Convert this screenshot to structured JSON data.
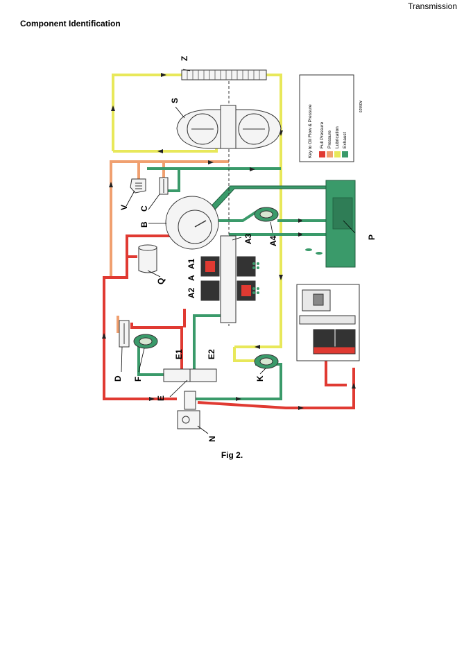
{
  "header": {
    "section": "Transmission",
    "title": "Component Identification"
  },
  "figure": {
    "caption": "Fig 2.",
    "labels": {
      "Z": "Z",
      "S": "S",
      "V": "V",
      "C": "C",
      "B": "B",
      "A3": "A3",
      "A4": "A4",
      "A1": "A1",
      "A": "A",
      "A2": "A2",
      "Q": "Q",
      "P": "P",
      "D": "D",
      "F": "F",
      "E1": "E1",
      "E2": "E2",
      "E": "E",
      "K": "K",
      "N": "N"
    },
    "key": {
      "title": "Key to Oil Flow & Pressure",
      "items": [
        {
          "label": "Full Pressure",
          "color": "#e03a32"
        },
        {
          "label": "Pressure",
          "color": "#f0a070"
        },
        {
          "label": "Lubrication",
          "color": "#e8e85a"
        },
        {
          "label": "Exhaust",
          "color": "#3a9a6a"
        }
      ],
      "ref_code": "A36620"
    }
  }
}
